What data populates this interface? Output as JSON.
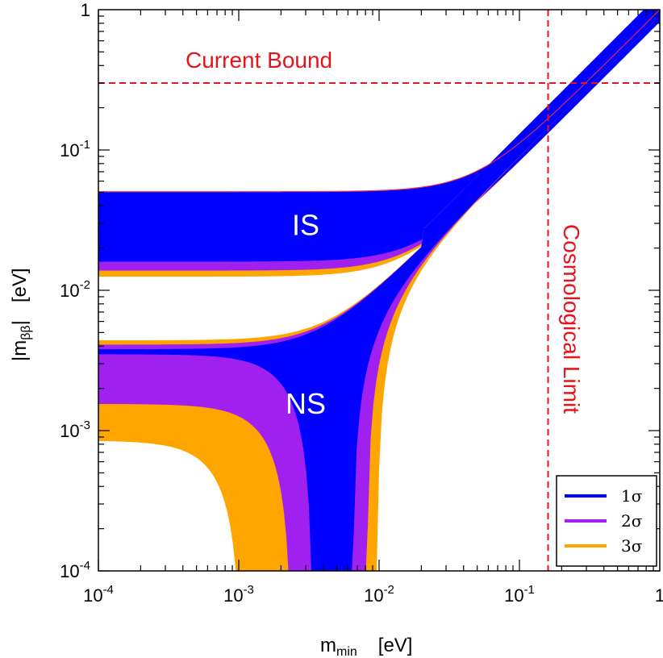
{
  "chart_data": {
    "type": "area",
    "x_scale": "log",
    "y_scale": "log",
    "xlim": [
      0.0001,
      1
    ],
    "ylim": [
      0.0001,
      1
    ],
    "xlabel": "m_min [eV]",
    "xlabel_main": "m",
    "xlabel_sub": "min",
    "xlabel_unit": "[eV]",
    "ylabel": "|m_ββ| [eV]",
    "ylabel_main": "|m",
    "ylabel_sub": "ββ",
    "ylabel_close": "|",
    "ylabel_unit": "[eV]",
    "x_ticks": [
      {
        "value": 0.0001,
        "base": "10",
        "exp": "-4"
      },
      {
        "value": 0.001,
        "base": "10",
        "exp": "-3"
      },
      {
        "value": 0.01,
        "base": "10",
        "exp": "-2"
      },
      {
        "value": 0.1,
        "base": "10",
        "exp": "-1"
      },
      {
        "value": 1,
        "base": "1",
        "exp": ""
      }
    ],
    "y_ticks": [
      {
        "value": 0.0001,
        "base": "10",
        "exp": "-4"
      },
      {
        "value": 0.001,
        "base": "10",
        "exp": "-3"
      },
      {
        "value": 0.01,
        "base": "10",
        "exp": "-2"
      },
      {
        "value": 0.1,
        "base": "10",
        "exp": "-1"
      },
      {
        "value": 1,
        "base": "1",
        "exp": ""
      }
    ],
    "grid": false,
    "legend_position": "bottom-right",
    "series": [
      {
        "name": "1σ",
        "color": "#0000ff"
      },
      {
        "name": "2σ",
        "color": "#a020f0"
      },
      {
        "name": "3σ",
        "color": "#ffa500"
      }
    ],
    "bands": {
      "inverted": [
        {
          "level": "3σ",
          "upper_low_mass": 0.0505,
          "lower_low_mass": 0.0125
        },
        {
          "level": "2σ",
          "upper_low_mass": 0.0502,
          "lower_low_mass": 0.0138
        },
        {
          "level": "1σ",
          "upper_low_mass": 0.05,
          "lower_low_mass": 0.016
        }
      ],
      "normal": [
        {
          "level": "3σ",
          "upper_low_mass": 0.0044,
          "lower_low_mass": 0.00085,
          "cancellation_range": [
            0.00105,
            0.0097
          ]
        },
        {
          "level": "2σ",
          "upper_low_mass": 0.0041,
          "lower_low_mass": 0.00155,
          "cancellation_range": [
            0.0024,
            0.0082
          ]
        },
        {
          "level": "1σ",
          "upper_low_mass": 0.0038,
          "lower_low_mass": 0.0035,
          "cancellation_range": [
            0.0034,
            0.0065
          ]
        }
      ]
    },
    "region_labels": [
      {
        "text": "IS",
        "x": 0.003,
        "y": 0.028
      },
      {
        "text": "NS",
        "x": 0.003,
        "y": 0.0015
      }
    ],
    "reference_lines": [
      {
        "orientation": "horizontal",
        "value": 0.3,
        "label": "Current Bound",
        "color": "#e8141a",
        "style": "dashed"
      },
      {
        "orientation": "vertical",
        "value": 0.16,
        "label": "Cosmological Limit",
        "color": "#e8141a",
        "style": "dashed"
      }
    ]
  }
}
